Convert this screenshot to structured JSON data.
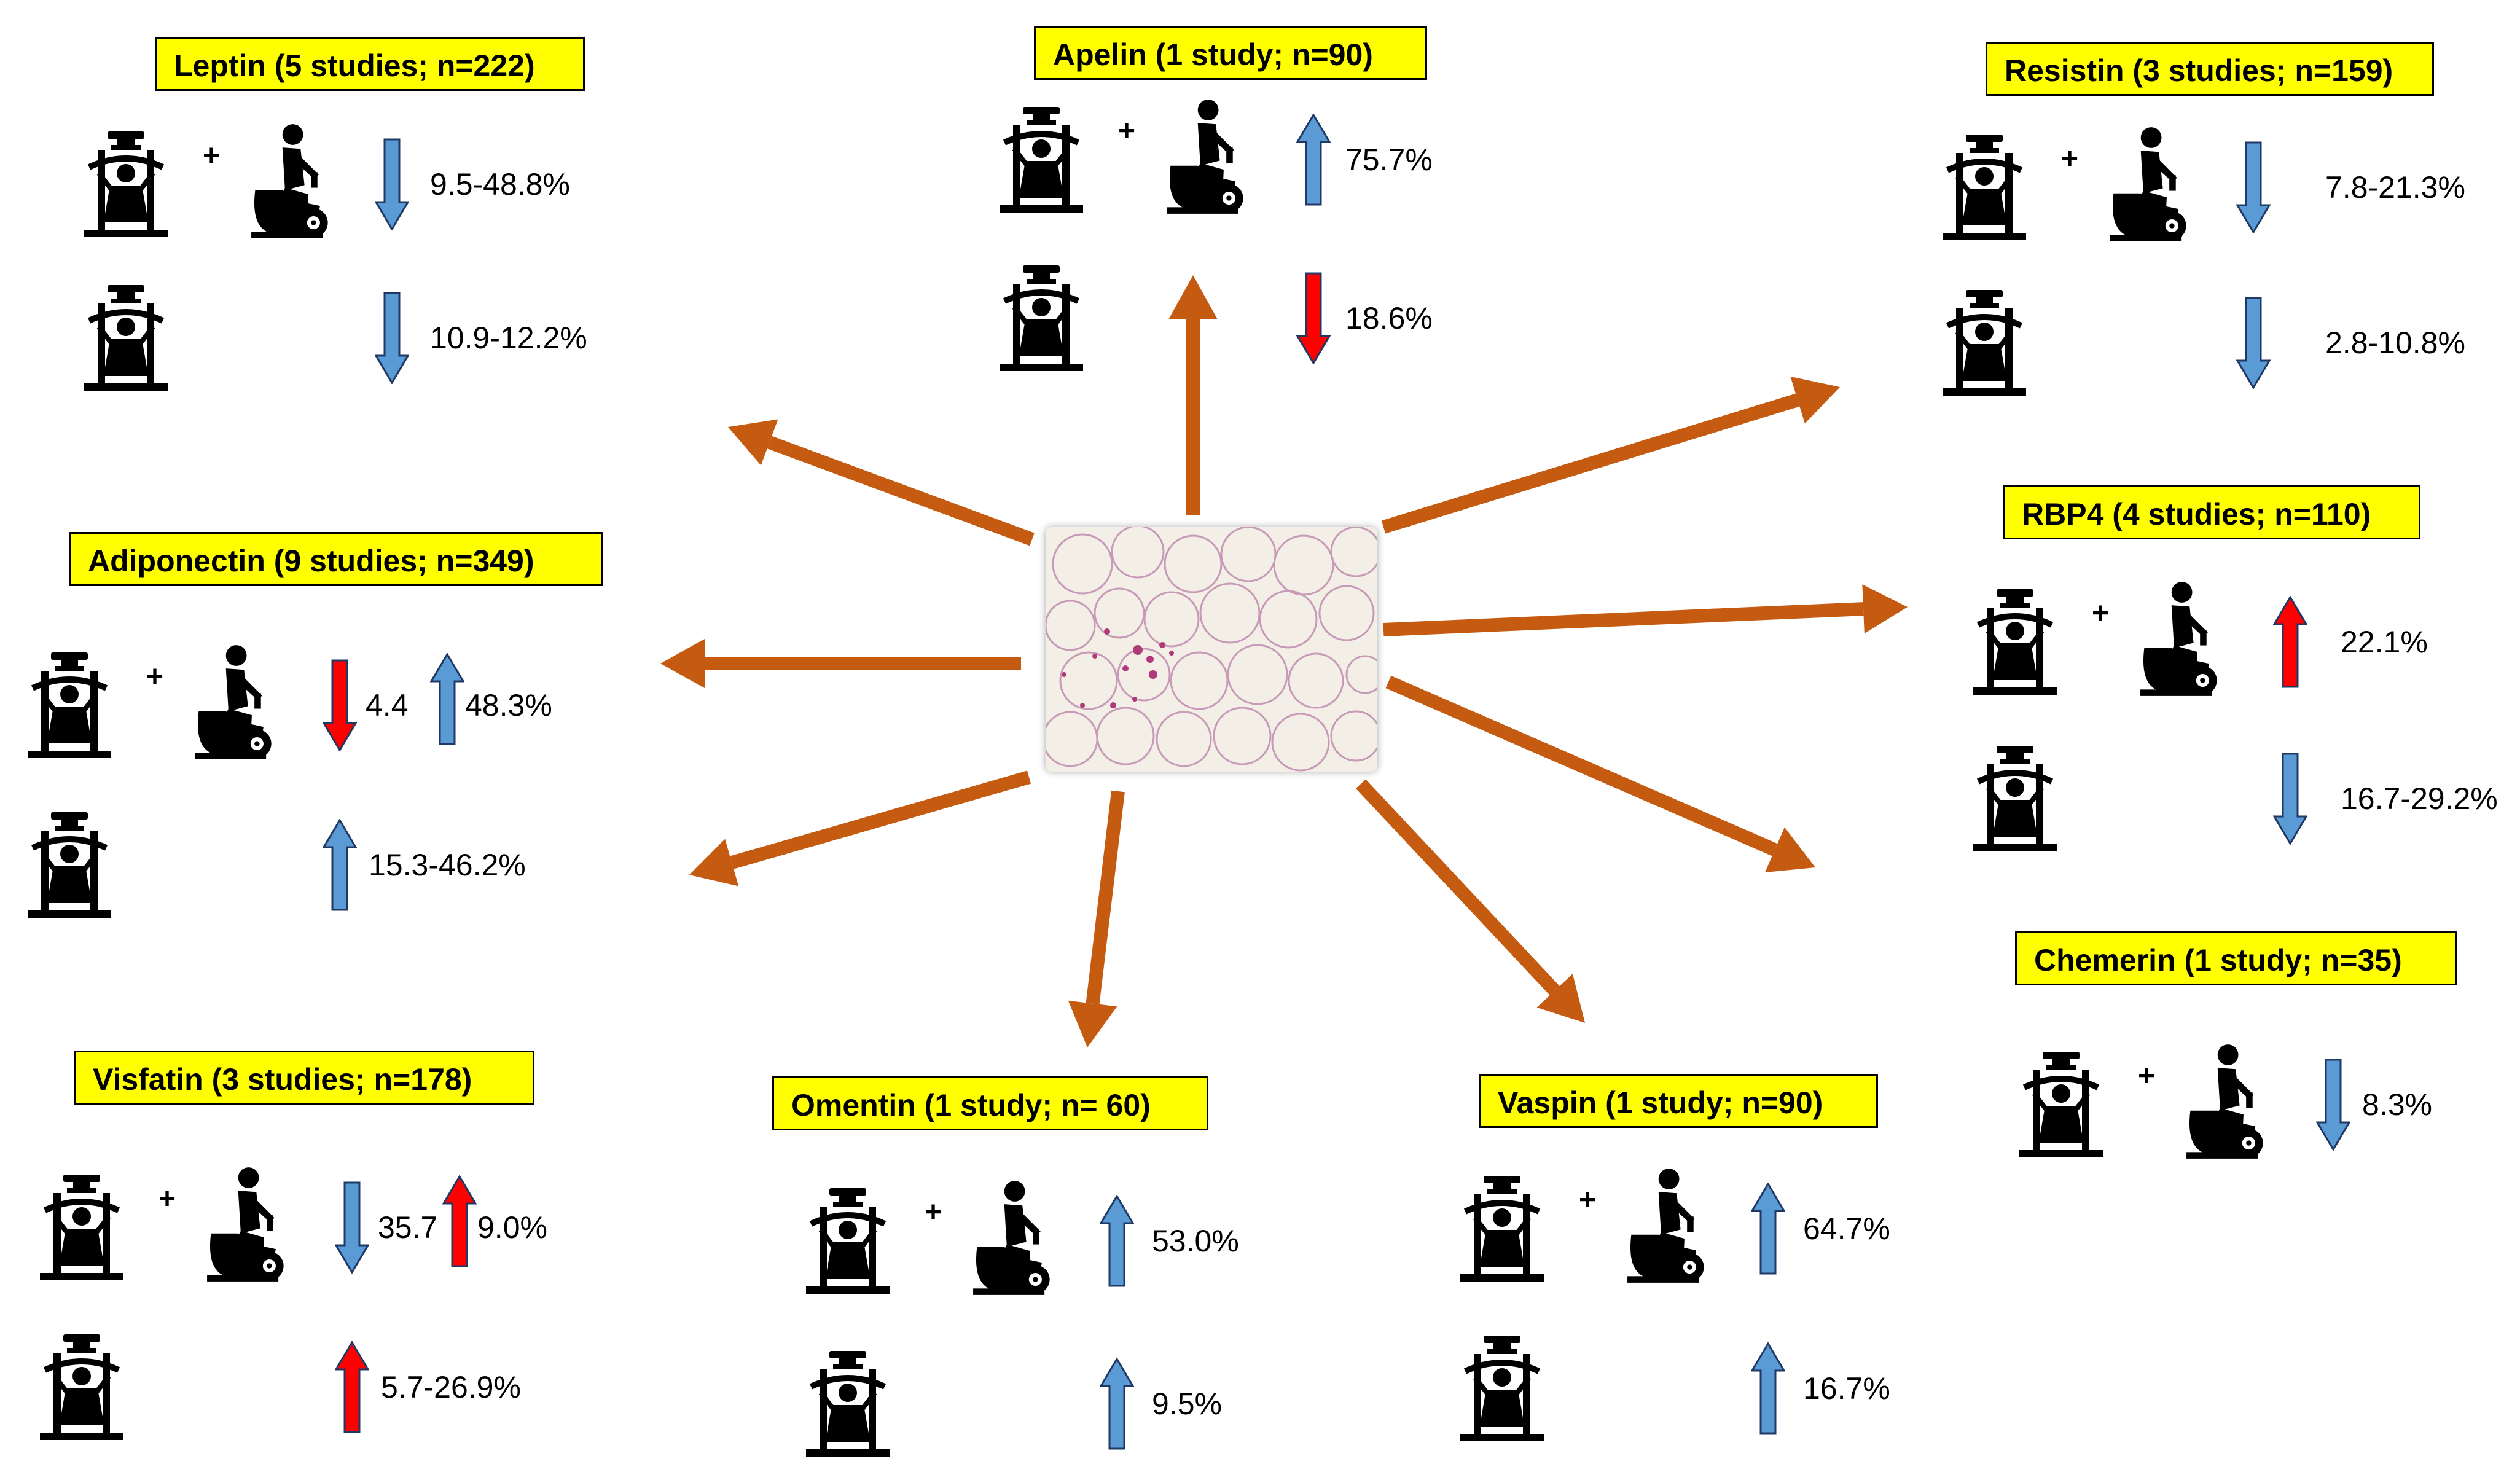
{
  "colors": {
    "title_bg": "#ffff00",
    "connector": "#c55a11",
    "decrease_arrow_blue": "#5b9bd5",
    "increase_arrow_blue": "#5b9bd5",
    "red_arrow": "#ff0000"
  },
  "center": {
    "icon": "adipose-tissue-micrograph"
  },
  "panels": [
    {
      "id": "leptin",
      "title": "Leptin (5 studies; n=222)",
      "rows": [
        {
          "combined": true,
          "arrows": [
            {
              "dir": "down",
              "color": "blue"
            }
          ],
          "values": [
            "9.5-48.8%"
          ]
        },
        {
          "combined": false,
          "arrows": [
            {
              "dir": "down",
              "color": "blue"
            }
          ],
          "values": [
            "10.9-12.2%"
          ]
        }
      ]
    },
    {
      "id": "apelin",
      "title": "Apelin (1 study; n=90)",
      "rows": [
        {
          "combined": true,
          "arrows": [
            {
              "dir": "up",
              "color": "blue"
            }
          ],
          "values": [
            "75.7%"
          ]
        },
        {
          "combined": false,
          "arrows": [
            {
              "dir": "down",
              "color": "red"
            }
          ],
          "values": [
            "18.6%"
          ]
        }
      ]
    },
    {
      "id": "resistin",
      "title": "Resistin (3 studies; n=159)",
      "rows": [
        {
          "combined": true,
          "arrows": [
            {
              "dir": "down",
              "color": "blue"
            }
          ],
          "values": [
            "7.8-21.3%"
          ]
        },
        {
          "combined": false,
          "arrows": [
            {
              "dir": "down",
              "color": "blue"
            }
          ],
          "values": [
            "2.8-10.8%"
          ]
        }
      ]
    },
    {
      "id": "adiponectin",
      "title": "Adiponectin (9 studies; n=349)",
      "rows": [
        {
          "combined": true,
          "arrows": [
            {
              "dir": "down",
              "color": "red"
            },
            {
              "dir": "up",
              "color": "blue"
            }
          ],
          "values": [
            "4.4",
            "48.3%"
          ]
        },
        {
          "combined": false,
          "arrows": [
            {
              "dir": "up",
              "color": "blue"
            }
          ],
          "values": [
            "15.3-46.2%"
          ]
        }
      ]
    },
    {
      "id": "rbp4",
      "title": "RBP4 (4 studies; n=110)",
      "rows": [
        {
          "combined": true,
          "arrows": [
            {
              "dir": "up",
              "color": "red"
            }
          ],
          "values": [
            "22.1%"
          ]
        },
        {
          "combined": false,
          "arrows": [
            {
              "dir": "down",
              "color": "blue"
            }
          ],
          "values": [
            "16.7-29.2%"
          ]
        }
      ]
    },
    {
      "id": "visfatin",
      "title": "Visfatin (3 studies; n=178)",
      "rows": [
        {
          "combined": true,
          "arrows": [
            {
              "dir": "down",
              "color": "blue"
            },
            {
              "dir": "up",
              "color": "red"
            }
          ],
          "values": [
            "35.7",
            "9.0%"
          ]
        },
        {
          "combined": false,
          "arrows": [
            {
              "dir": "up",
              "color": "red"
            }
          ],
          "values": [
            "5.7-26.9%"
          ]
        }
      ]
    },
    {
      "id": "omentin",
      "title": "Omentin (1 study; n= 60)",
      "rows": [
        {
          "combined": true,
          "arrows": [
            {
              "dir": "up",
              "color": "blue"
            }
          ],
          "values": [
            "53.0%"
          ]
        },
        {
          "combined": false,
          "arrows": [
            {
              "dir": "up",
              "color": "blue"
            }
          ],
          "values": [
            "9.5%"
          ]
        }
      ]
    },
    {
      "id": "vaspin",
      "title": "Vaspin (1 study; n=90)",
      "rows": [
        {
          "combined": true,
          "arrows": [
            {
              "dir": "up",
              "color": "blue"
            }
          ],
          "values": [
            "64.7%"
          ]
        },
        {
          "combined": false,
          "arrows": [
            {
              "dir": "up",
              "color": "blue"
            }
          ],
          "values": [
            "16.7%"
          ]
        }
      ]
    },
    {
      "id": "chemerin",
      "title": "Chemerin (1 study; n=35)",
      "rows": [
        {
          "combined": true,
          "arrows": [
            {
              "dir": "down",
              "color": "blue"
            }
          ],
          "values": [
            "8.3%"
          ]
        }
      ]
    }
  ]
}
